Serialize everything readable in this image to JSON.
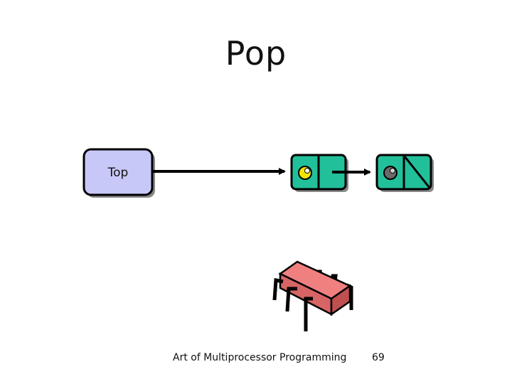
{
  "slide": {
    "title": "Pop",
    "footer_title": "Art of Multiprocessor Programming",
    "page_number": "69"
  },
  "diagram": {
    "top_label": "Top",
    "colors": {
      "top_box_fill": "#c8c8f8",
      "node_fill": "#22c09a",
      "marked_dot": "#f2e600",
      "unmarked_dot": "#6a6a6a",
      "thread_body": "#f08080"
    },
    "nodes": [
      {
        "name": "node-1",
        "mark": "yellow",
        "next": "pointer"
      },
      {
        "name": "node-2",
        "mark": "gray",
        "next": "null"
      }
    ],
    "thread_icon": "processor-chip-icon"
  }
}
